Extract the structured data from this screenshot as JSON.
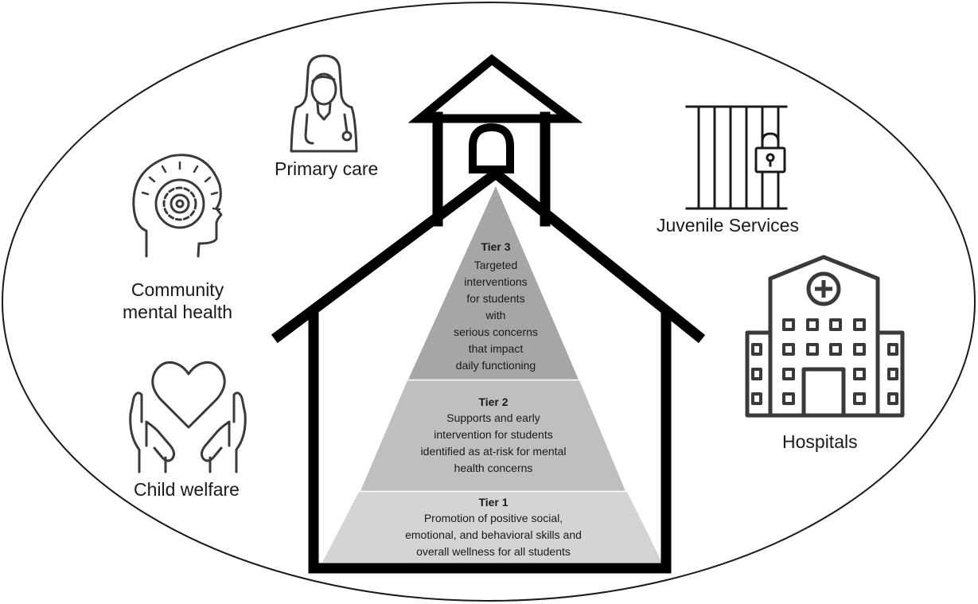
{
  "tiers": [
    {
      "title": "Tier 3",
      "lines": [
        "Targeted",
        "interventions",
        "for students",
        "with",
        "serious concerns",
        "that impact",
        "daily functioning"
      ],
      "fill": "#a6a6a6"
    },
    {
      "title": "Tier 2",
      "lines": [
        "Supports  and early",
        "intervention  for students",
        "identified as at-risk for mental",
        "health concerns"
      ],
      "fill": "#bfbfbf"
    },
    {
      "title": "Tier 1",
      "lines": [
        "Promotion  of positive social,",
        "emotional,  and behavioral skills and",
        "overall wellness for all students"
      ],
      "fill": "#d4d4d4"
    }
  ],
  "partners": {
    "primary_care": "Primary care",
    "community_mental_health": [
      "Community",
      "mental health"
    ],
    "child_welfare": "Child welfare",
    "juvenile_services": "Juvenile Services",
    "hospitals": "Hospitals"
  },
  "icons": {
    "primary_care": "doctor-icon",
    "community_mental_health": "head-mind-icon",
    "child_welfare": "hands-heart-icon",
    "juvenile_services": "jail-bars-lock-icon",
    "hospitals": "hospital-building-icon"
  },
  "colors": {
    "outline": "#1a1a1a",
    "icon": "#3a3a3a",
    "background": "#ffffff"
  }
}
